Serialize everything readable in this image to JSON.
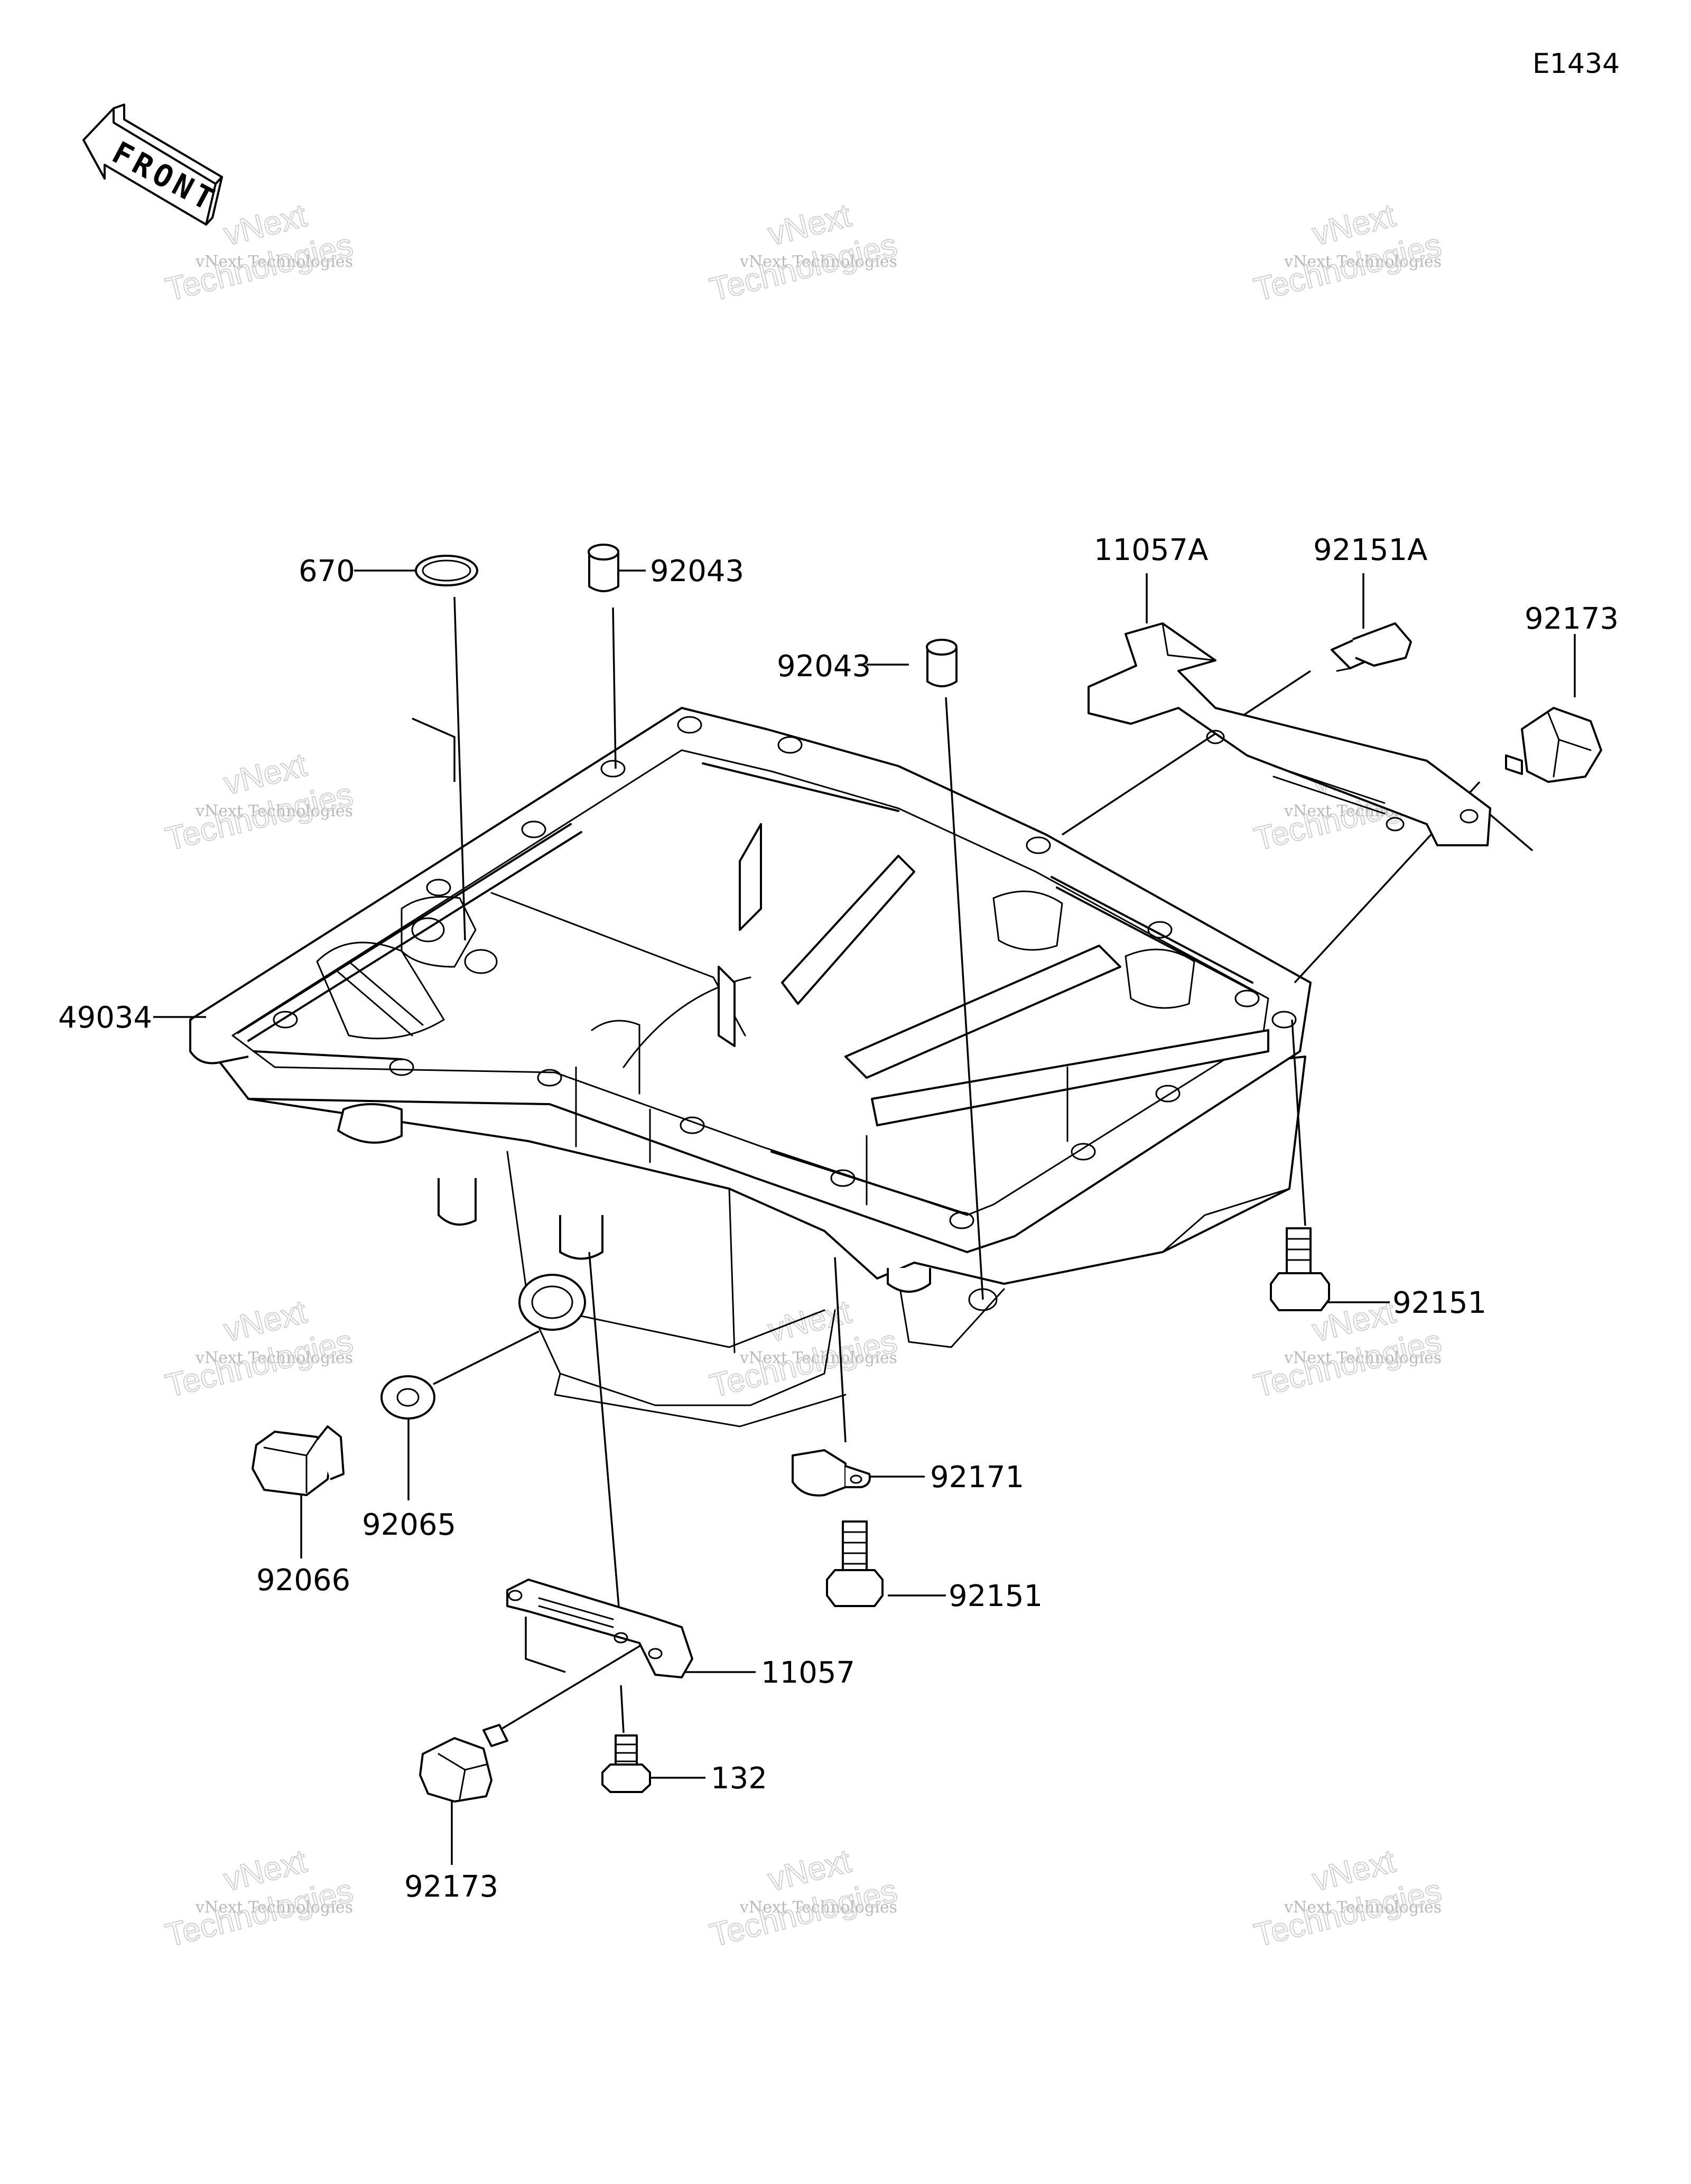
{
  "diagram_code": "E1434",
  "front_arrow": {
    "label": "FRONT"
  },
  "watermark": {
    "line1": "vNext Technologies",
    "line2": "vNext",
    "line3": "Technologies"
  },
  "parts": {
    "p670": "670",
    "p92043a": "92043",
    "p92043b": "92043",
    "p11057A": "11057A",
    "p92151A": "92151A",
    "p92173a": "92173",
    "p49034": "49034",
    "p92151a": "92151",
    "p92171": "92171",
    "p92151b": "92151",
    "p92065": "92065",
    "p92066": "92066",
    "p11057": "11057",
    "p132": "132",
    "p92173b": "92173"
  }
}
